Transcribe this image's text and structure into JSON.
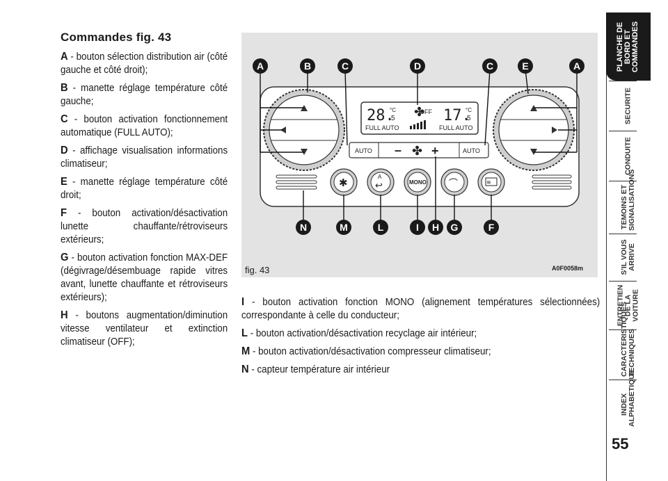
{
  "heading": "Commandes fig. 43",
  "items_left": [
    {
      "letter": "A",
      "text": " - bouton sélection distribution air (côté gauche et côté droit);"
    },
    {
      "letter": "B",
      "text": " - manette réglage température côté gauche;"
    },
    {
      "letter": "C",
      "text": " - bouton activation fonctionnement automatique (FULL AUTO);"
    },
    {
      "letter": "D",
      "text": " - affichage visualisation informations climatiseur;"
    },
    {
      "letter": "E",
      "text": " - manette réglage température côté droit;"
    },
    {
      "letter": "F",
      "text": " - bouton activation/désactivation lunette chauffante/rétroviseurs extérieurs;"
    },
    {
      "letter": "G",
      "text": " - bouton activation fonction MAX-DEF (dégivrage/désembuage rapide vitres avant, lunette chauffante et rétroviseurs extérieurs);"
    },
    {
      "letter": "H",
      "text": " - boutons augmentation/diminution vitesse ventilateur et extinction climatiseur (OFF);"
    }
  ],
  "items_right": [
    {
      "letter": "I",
      "text": " - bouton activation fonction MONO (alignement températures sélectionnées) correspondante à celle du conducteur;"
    },
    {
      "letter": "L",
      "text": " - bouton activation/désactivation recyclage air intérieur;"
    },
    {
      "letter": "M",
      "text": " - bouton activation/désactivation compresseur climatiseur;"
    },
    {
      "letter": "N",
      "text": " - capteur température air intérieur"
    }
  ],
  "figure": {
    "caption": "fig. 43",
    "code": "A0F0058m",
    "callouts_top": [
      "A",
      "B",
      "C",
      "D",
      "C",
      "E",
      "A"
    ],
    "callouts_bottom": [
      "N",
      "M",
      "L",
      "I",
      "H",
      "G",
      "F"
    ],
    "display": {
      "left_temp": "28.",
      "left_temp_decimal": "5",
      "right_temp": "17.",
      "right_temp_decimal": "5",
      "unit": "°C",
      "fan_status": "OFF",
      "left_mode": "FULL AUTO",
      "right_mode": "FULL AUTO"
    },
    "buttons": {
      "auto_left": "AUTO",
      "auto_right": "AUTO",
      "fan_minus": "–",
      "fan_plus": "+",
      "mono": "MONO",
      "recirc_letter": "A"
    }
  },
  "sidebar": [
    {
      "label": "PLANCHE DE BORD ET COMMANDES",
      "active": true
    },
    {
      "label": "SECURITE",
      "active": false
    },
    {
      "label": "CONDUITE",
      "active": false
    },
    {
      "label": "TEMOINS ET SIGNALISATIONS",
      "active": false
    },
    {
      "label": "S'IL VOUS ARRIVE",
      "active": false
    },
    {
      "label": "ENTRETIEN DE LA VOITURE",
      "active": false
    },
    {
      "label": "CARACTERISTIQUES TECHNIQUES",
      "active": false
    },
    {
      "label": "INDEX ALPHABETIQUE",
      "active": false
    }
  ],
  "page_number": "55"
}
